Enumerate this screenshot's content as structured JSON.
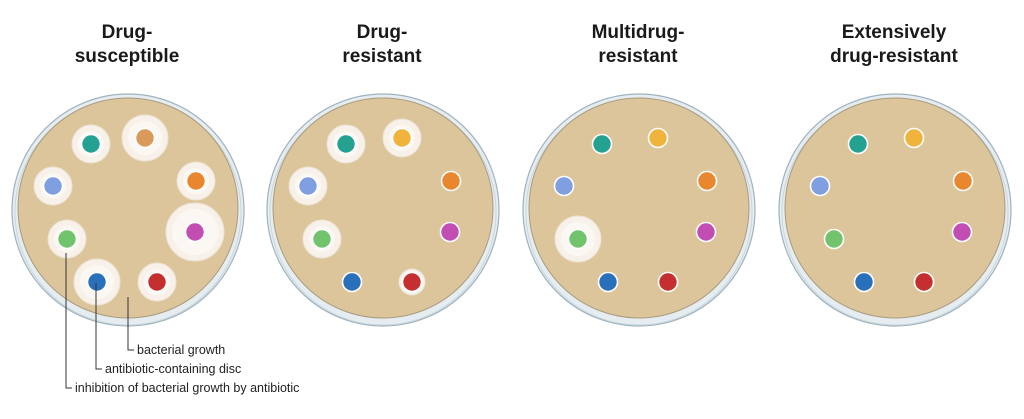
{
  "titles": [
    "Drug-\nsusceptible",
    "Drug-\nresistant",
    "Multidrug-\nresistant",
    "Extensively\ndrug-resistant"
  ],
  "legend": {
    "bacterial_growth": "bacterial growth",
    "disc": "antibiotic-containing disc",
    "inhibition": "inhibition of bacterial growth by antibiotic"
  },
  "colors": {
    "agar": "#dcc59a",
    "dish_rim": "#e6edf1",
    "dish_outline": "#9fb2bd",
    "halo": "#f7f1ea",
    "teal": "#25a192",
    "tan": "#d99a5a",
    "yellow": "#f0b43c",
    "orange": "#e9872e",
    "magenta": "#c24eb3",
    "red": "#c62f2f",
    "blue": "#2a6fba",
    "green": "#72c46c",
    "lightblue": "#7f9fe0"
  },
  "plates": [
    {
      "name": "drug-susceptible",
      "discs": [
        {
          "antibiotic": "teal",
          "halo": "small"
        },
        {
          "antibiotic": "tan",
          "halo": "medium"
        },
        {
          "antibiotic": "orange",
          "halo": "small"
        },
        {
          "antibiotic": "magenta",
          "halo": "large"
        },
        {
          "antibiotic": "red",
          "halo": "small"
        },
        {
          "antibiotic": "blue",
          "halo": "medium"
        },
        {
          "antibiotic": "green",
          "halo": "small"
        },
        {
          "antibiotic": "lightblue",
          "halo": "small"
        }
      ]
    },
    {
      "name": "drug-resistant",
      "discs": [
        {
          "antibiotic": "teal",
          "halo": "small"
        },
        {
          "antibiotic": "yellow",
          "halo": "small"
        },
        {
          "antibiotic": "orange",
          "halo": "none"
        },
        {
          "antibiotic": "magenta",
          "halo": "none"
        },
        {
          "antibiotic": "red",
          "halo": "tiny"
        },
        {
          "antibiotic": "blue",
          "halo": "none"
        },
        {
          "antibiotic": "green",
          "halo": "small"
        },
        {
          "antibiotic": "lightblue",
          "halo": "small"
        }
      ]
    },
    {
      "name": "multidrug-resistant",
      "discs": [
        {
          "antibiotic": "teal",
          "halo": "none"
        },
        {
          "antibiotic": "yellow",
          "halo": "none"
        },
        {
          "antibiotic": "orange",
          "halo": "none"
        },
        {
          "antibiotic": "magenta",
          "halo": "none"
        },
        {
          "antibiotic": "red",
          "halo": "none"
        },
        {
          "antibiotic": "blue",
          "halo": "none"
        },
        {
          "antibiotic": "green",
          "halo": "medium"
        },
        {
          "antibiotic": "lightblue",
          "halo": "none"
        }
      ]
    },
    {
      "name": "extensively-drug-resistant",
      "discs": [
        {
          "antibiotic": "teal",
          "halo": "none"
        },
        {
          "antibiotic": "yellow",
          "halo": "none"
        },
        {
          "antibiotic": "orange",
          "halo": "none"
        },
        {
          "antibiotic": "magenta",
          "halo": "none"
        },
        {
          "antibiotic": "red",
          "halo": "none"
        },
        {
          "antibiotic": "blue",
          "halo": "none"
        },
        {
          "antibiotic": "green",
          "halo": "none"
        },
        {
          "antibiotic": "lightblue",
          "halo": "none"
        }
      ]
    }
  ]
}
